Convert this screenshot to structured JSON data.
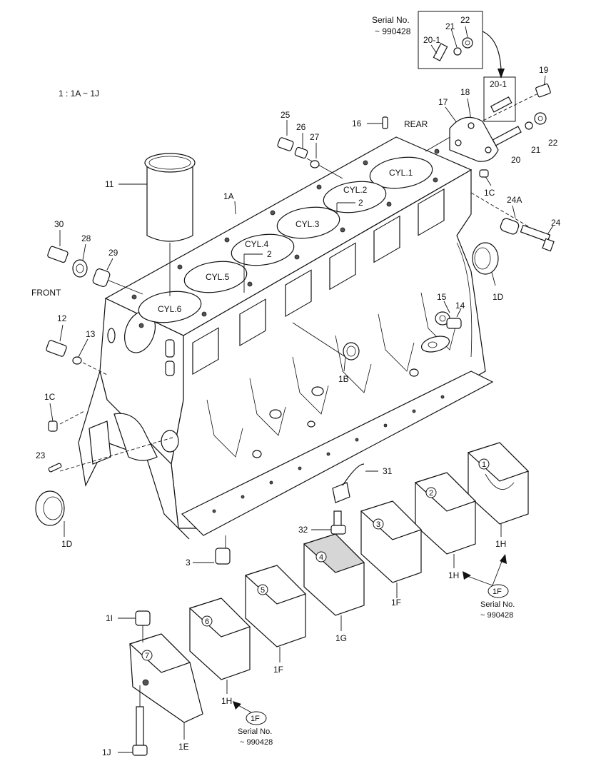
{
  "header": {
    "range_note": "1 : 1A ~ 1J",
    "serial_top_line1": "Serial No.",
    "serial_top_line2": "~ 990428"
  },
  "orientation": {
    "front": "FRONT",
    "rear": "REAR"
  },
  "cylinders": [
    "CYL.1",
    "CYL.2",
    "CYL.3",
    "CYL.4",
    "CYL.5",
    "CYL.6"
  ],
  "part_labels": {
    "p1A": "1A",
    "p1B": "1B",
    "p1C_left": "1C",
    "p1C_right": "1C",
    "p1D_left": "1D",
    "p1D_right": "1D",
    "p1E": "1E",
    "p1F_mid": "1F",
    "p1F_bottom": "1F",
    "p1F_circle_right": "1F",
    "p1F_circle_bottom": "1F",
    "p1G": "1G",
    "p1H_right": "1H",
    "p1H_mid": "1H",
    "p1H_bottom": "1H",
    "p1I": "1I",
    "p1J": "1J",
    "p2_a": "2",
    "p2_b": "2",
    "p3": "3",
    "p11": "11",
    "p12": "12",
    "p13": "13",
    "p14": "14",
    "p15": "15",
    "p16": "16",
    "p17": "17",
    "p18": "18",
    "p19": "19",
    "p20": "20",
    "p20_1_box": "20-1",
    "p20_1_top": "20-1",
    "p21_top": "21",
    "p21_right": "21",
    "p22_top": "22",
    "p22_right": "22",
    "p23": "23",
    "p24": "24",
    "p24A": "24A",
    "p25": "25",
    "p26": "26",
    "p27": "27",
    "p28": "28",
    "p29": "29",
    "p30": "30",
    "p31": "31",
    "p32": "32"
  },
  "cap_numbers": [
    "1",
    "2",
    "3",
    "4",
    "5",
    "6",
    "7"
  ],
  "serial_notes": {
    "right_line1": "Serial No.",
    "right_line2": "~ 990428",
    "bottom_line1": "Serial No.",
    "bottom_line2": "~ 990428"
  }
}
